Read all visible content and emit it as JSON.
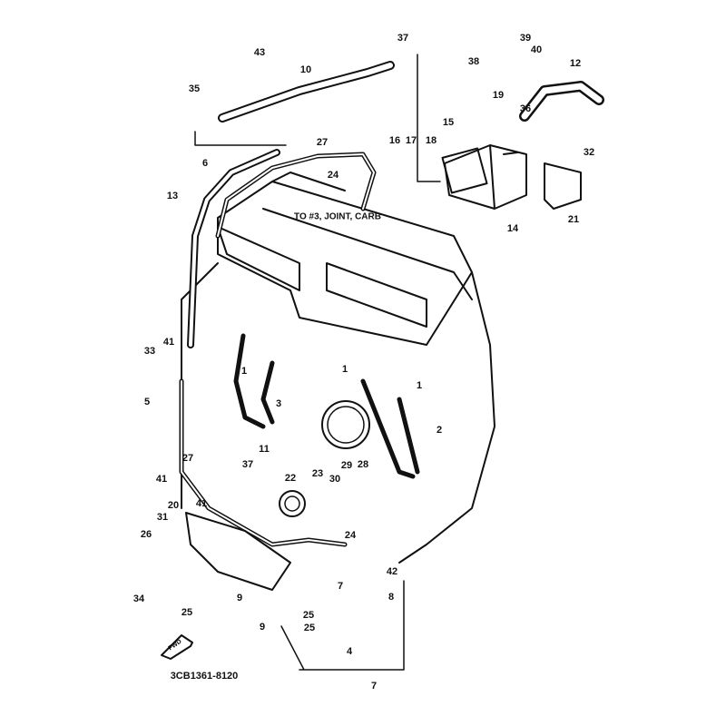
{
  "diagram": {
    "part_code": "3CB1361-8120",
    "note": "TO #3, JOINT, CARB",
    "fwd_label": "FWD",
    "callouts": [
      "43",
      "10",
      "37",
      "38",
      "39",
      "40",
      "12",
      "35",
      "19",
      "36",
      "15",
      "16",
      "17",
      "18",
      "32",
      "27",
      "6",
      "24",
      "13",
      "21",
      "14",
      "33",
      "41",
      "1",
      "3",
      "1",
      "1",
      "5",
      "2",
      "11",
      "27",
      "37",
      "29",
      "28",
      "22",
      "23",
      "30",
      "41",
      "20",
      "41",
      "31",
      "26",
      "24",
      "42",
      "7",
      "8",
      "9",
      "34",
      "25",
      "25",
      "9",
      "25",
      "4",
      "7"
    ]
  }
}
